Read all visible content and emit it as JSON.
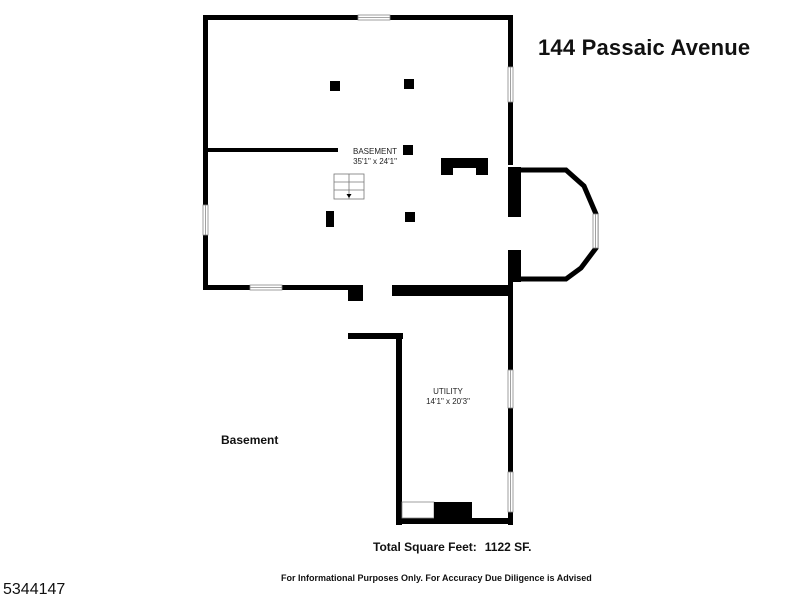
{
  "header": {
    "address": "144 Passaic Avenue"
  },
  "floor": {
    "label": "Basement"
  },
  "rooms": [
    {
      "name": "BASEMENT",
      "dimensions": "35'1\" x 24'1\""
    },
    {
      "name": "UTILITY",
      "dimensions": "14'1\" x 20'3\""
    }
  ],
  "summary": {
    "total_label": "Total Square Feet:",
    "total_value": "1122 SF."
  },
  "footer": {
    "disclaimer": "For Informational Purposes Only.  For Accuracy Due Diligence is Advised",
    "listing_id": "5344147"
  },
  "colors": {
    "wall": "#000000",
    "window": "#ffffff",
    "window_stroke": "#888888",
    "background": "#ffffff"
  }
}
